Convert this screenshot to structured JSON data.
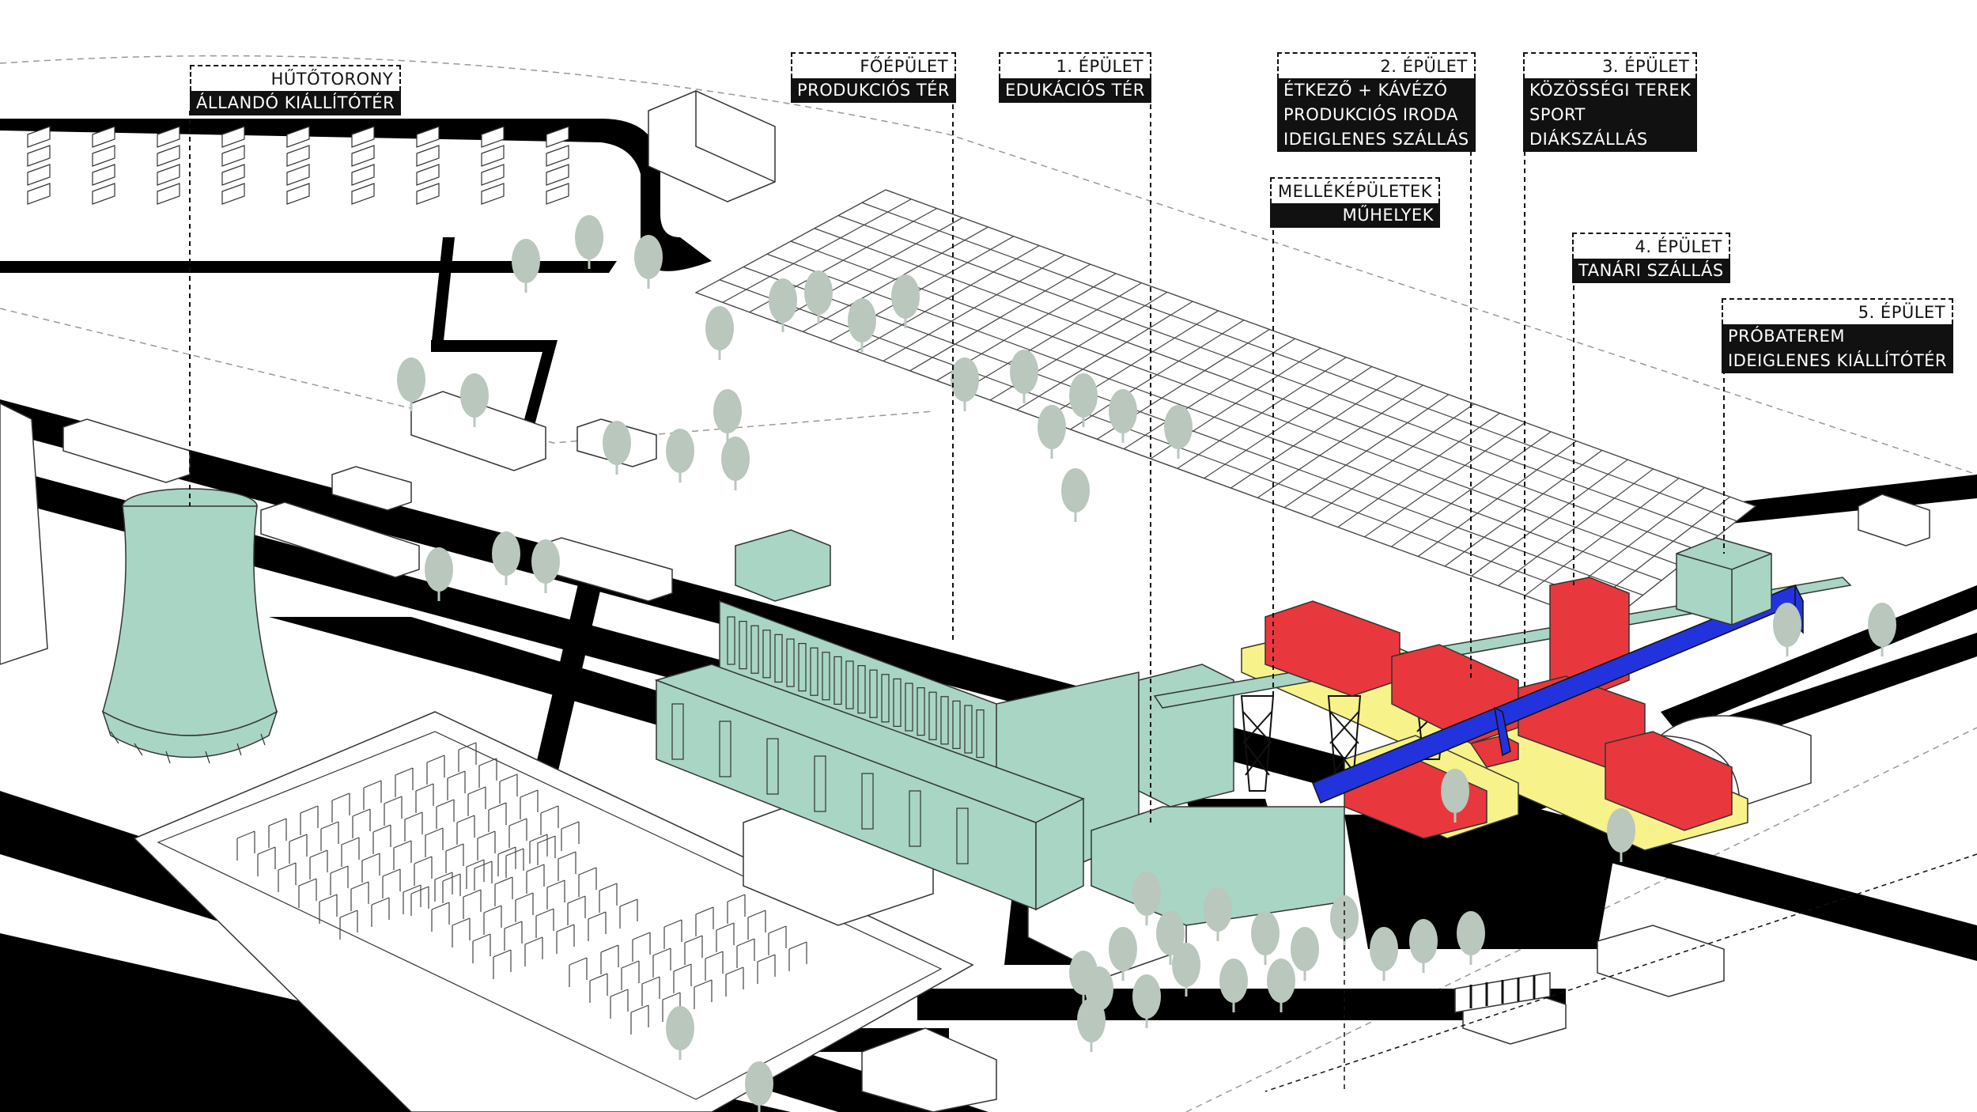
{
  "callouts": {
    "hutotorony": {
      "title": "HŰTŐTORONY",
      "lines": [
        "ÁLLANDÓ KIÁLLÍTÓTÉR"
      ]
    },
    "foepulet": {
      "title": "FŐÉPÜLET",
      "lines": [
        "PRODUKCIÓS TÉR"
      ]
    },
    "epulet1": {
      "title": "1. ÉPÜLET",
      "lines": [
        "EDUKÁCIÓS TÉR"
      ]
    },
    "epulet2": {
      "title": "2. ÉPÜLET",
      "lines": [
        "ÉTKEZŐ + KÁVÉZÓ",
        "PRODUKCIÓS IRODA",
        "IDEIGLENES SZÁLLÁS"
      ]
    },
    "epulet3": {
      "title": "3. ÉPÜLET",
      "lines": [
        "KÖZÖSSÉGI TEREK",
        "SPORT",
        "DIÁKSZÁLLÁS"
      ]
    },
    "mellekepuletek": {
      "title": "MELLÉKÉPÜLETEK",
      "lines": [
        "MŰHELYEK"
      ]
    },
    "epulet4": {
      "title": "4. ÉPÜLET",
      "lines": [
        "TANÁRI SZÁLLÁS"
      ]
    },
    "epulet5": {
      "title": "5. ÉPÜLET",
      "lines": [
        "PRÓBATEREM",
        "IDEIGLENES KIÁLLÍTÓTÉR"
      ]
    }
  },
  "colors": {
    "main_building": "#a8d5c4",
    "new_building": "#e8383d",
    "platform": "#f7f28a",
    "bridge": "#2233dd",
    "road": "#000000",
    "tree": "#b9c7bd",
    "outline": "#333333"
  }
}
